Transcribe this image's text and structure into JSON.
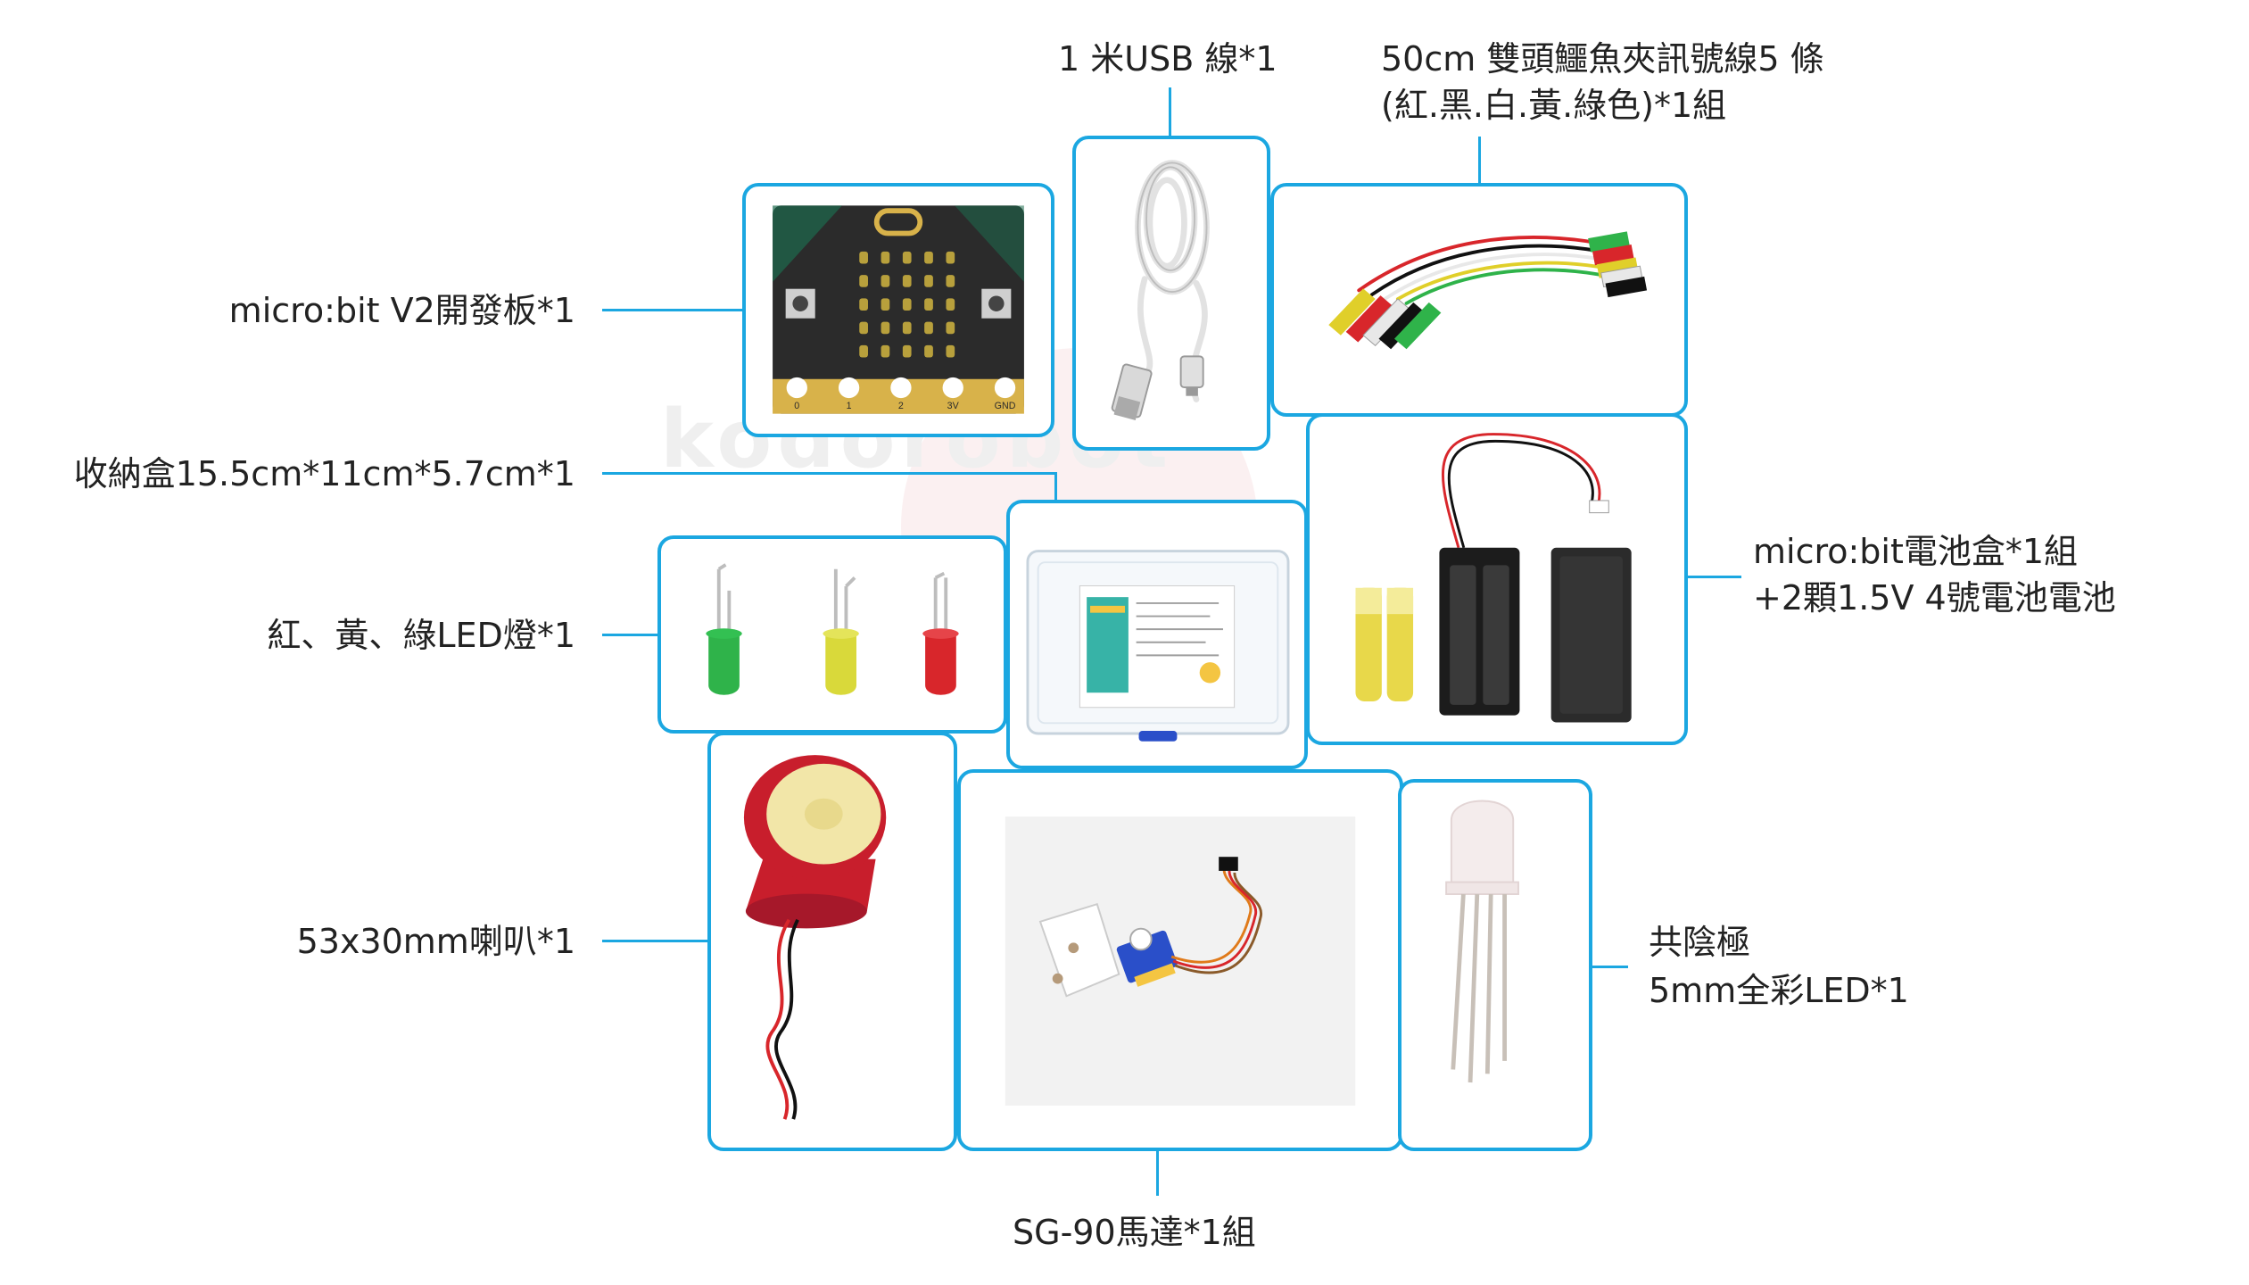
{
  "labels": {
    "microbit": "micro:bit V2開發板*1",
    "usb": "1 米USB 線*1",
    "clips_line1": "50cm 雙頭鱷魚夾訊號線5 條",
    "clips_line2": "(紅.黑.白.黃.綠色)*1組",
    "storage_box": "收納盒15.5cm*11cm*5.7cm*1",
    "battery_line1": "micro:bit電池盒*1組",
    "battery_line2": "+2顆1.5V 4號電池電池",
    "leds": "紅、黃、綠LED燈*1",
    "speaker": "53x30mm喇叭*1",
    "rgb_line1": "共陰極",
    "rgb_line2": "5mm全彩LED*1",
    "servo": "SG-90馬達*1組"
  },
  "board_pins": [
    "0",
    "1",
    "2",
    "3V",
    "GND"
  ],
  "watermark": "kodorobot",
  "colors": {
    "frame": "#1ba7e1",
    "board": "#2b2b2b",
    "gold": "#d8b24a",
    "led_green": "#2fb34a",
    "led_yellow": "#d9d93a",
    "led_red": "#d8262b",
    "speaker_red": "#c81e2c",
    "speaker_cone": "#f2e6a8",
    "servo_blue": "#2a4fc9"
  }
}
